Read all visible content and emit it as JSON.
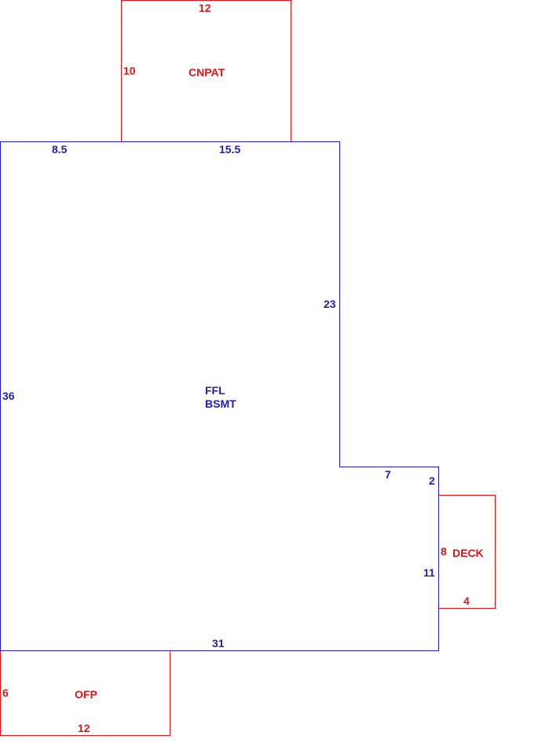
{
  "colors": {
    "main": "#1f1fb4",
    "addition": "#d9181b"
  },
  "main_area": {
    "label_line1": "FFL",
    "label_line2": "BSMT",
    "dims": {
      "top_left": "8.5",
      "top_right": "15.5",
      "right_upper": "23",
      "left": "36",
      "step": "7",
      "step_short": "2",
      "right_lower": "11",
      "bottom": "31"
    }
  },
  "cnpat": {
    "label": "CNPAT",
    "dims": {
      "top": "12",
      "left": "10"
    }
  },
  "deck": {
    "label": "DECK",
    "dims": {
      "left": "8",
      "bottom": "4"
    }
  },
  "ofp": {
    "label": "OFP",
    "dims": {
      "left": "6",
      "bottom": "12"
    }
  }
}
